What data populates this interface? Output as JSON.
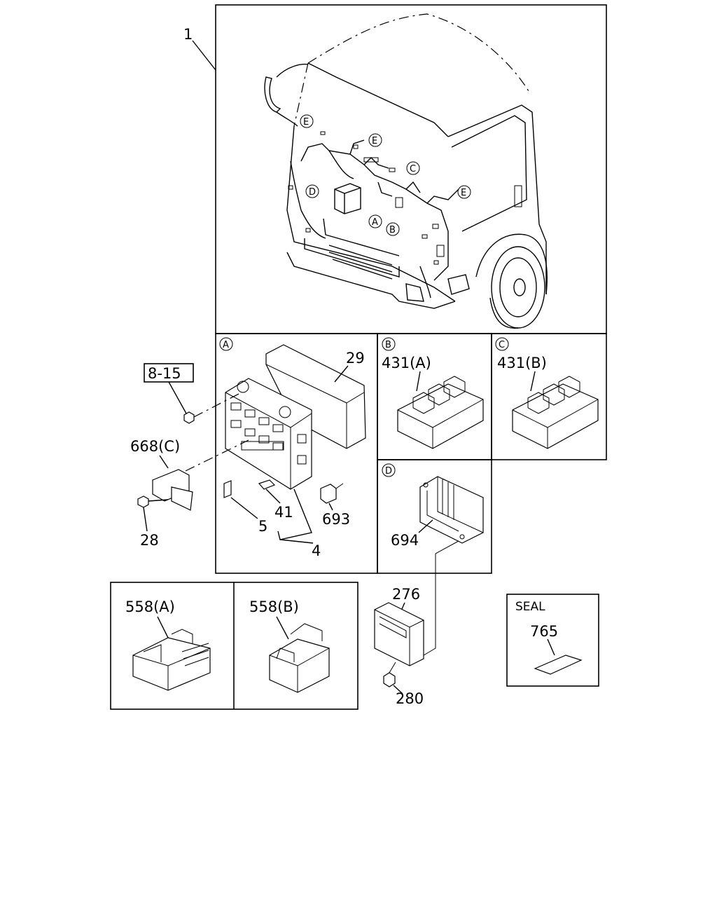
{
  "labels": {
    "p1": "1",
    "p8_15": "8-15",
    "p29": "29",
    "p668c": "668(C)",
    "p28": "28",
    "p5": "5",
    "p41": "41",
    "p4": "4",
    "p693": "693",
    "p431a": "431(A)",
    "p431b": "431(B)",
    "p694": "694",
    "p276": "276",
    "p280": "280",
    "p558a": "558(A)",
    "p558b": "558(B)",
    "seal": "SEAL",
    "p765": "765"
  },
  "callouts": {
    "A": "A",
    "B": "B",
    "C": "C",
    "D": "D",
    "E": "E"
  }
}
